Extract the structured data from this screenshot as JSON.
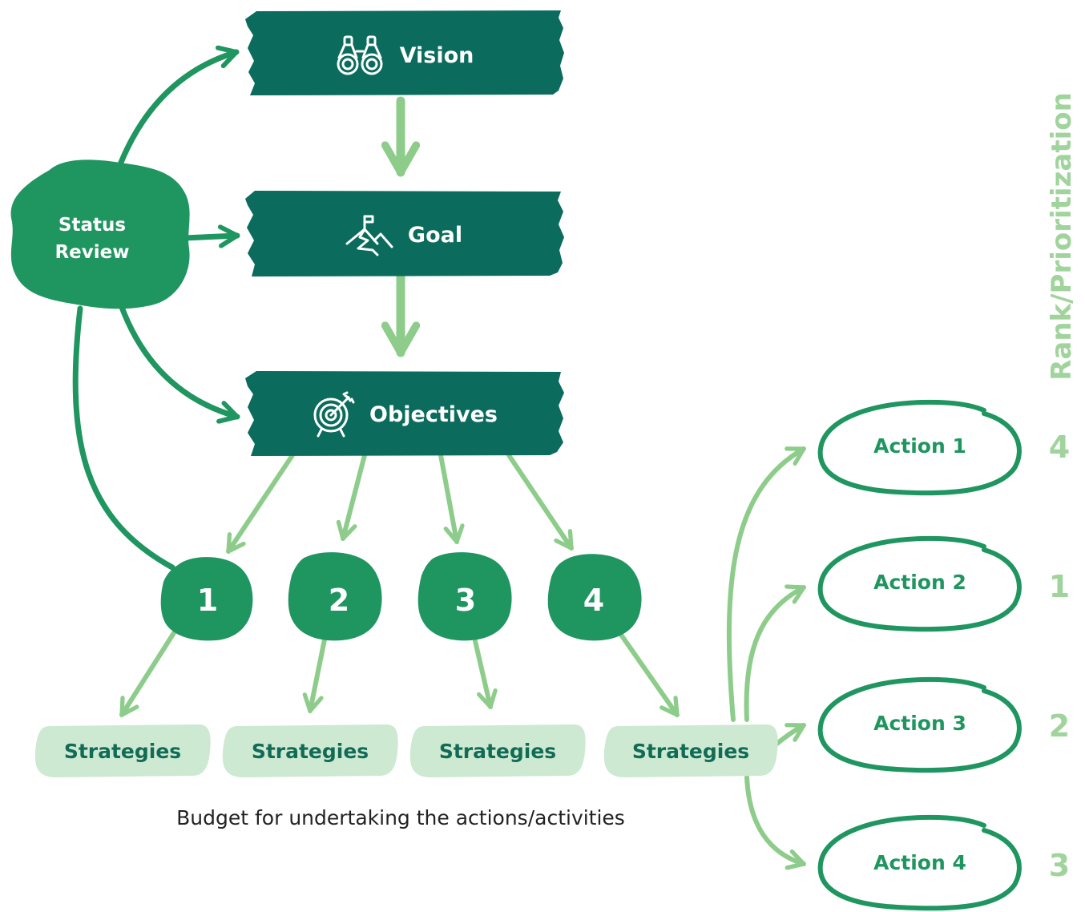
{
  "colors": {
    "dark_green": "#0b6b5c",
    "mid_green": "#1f9560",
    "light_green": "#8dcc8a",
    "pale_green": "#cde9d2",
    "rank_green": "#a1d49c",
    "text_dark_green": "#126b55"
  },
  "hierarchy": {
    "vision": {
      "label": "Vision",
      "icon": "binoculars-icon"
    },
    "goal": {
      "label": "Goal",
      "icon": "mountain-flag-icon"
    },
    "objectives": {
      "label": "Objectives",
      "icon": "target-arrow-icon"
    }
  },
  "status_review": {
    "line1": "Status",
    "line2": "Review"
  },
  "objective_numbers": [
    "1",
    "2",
    "3",
    "4"
  ],
  "strategies": [
    "Strategies",
    "Strategies",
    "Strategies",
    "Strategies"
  ],
  "actions": [
    "Action 1",
    "Action 2",
    "Action 3",
    "Action 4"
  ],
  "ranks": [
    "4",
    "1",
    "2",
    "3"
  ],
  "rank_title": "Rank/Prioritization",
  "budget_note": "Budget for undertaking the actions/activities"
}
